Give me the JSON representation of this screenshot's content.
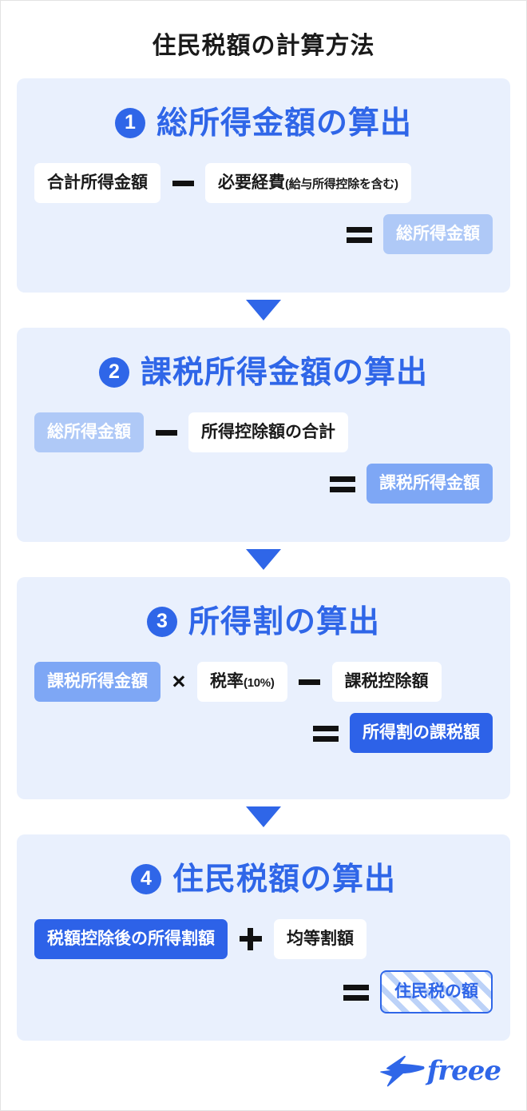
{
  "title": "住民税額の計算方法",
  "theme": {
    "panel_bg": "#E9F0FD",
    "accent_blue": "#2F66E8",
    "tint_1": "#AFC9F7",
    "tint_2": "#7EA7F5",
    "tint_3": "#2D62E8",
    "stripe": "#BCD2F8",
    "text_dark": "#1A1A1A"
  },
  "steps": [
    {
      "number": "❶",
      "number_plain": "1",
      "heading": "総所得金額の算出",
      "terms": [
        {
          "label": "合計所得金額",
          "sub": "",
          "style": "white"
        },
        {
          "label": "必要経費",
          "sub": "(給与所得控除を含む)",
          "style": "white"
        }
      ],
      "operator": "minus",
      "operator_symbol": "−",
      "equals_symbol": "=",
      "result": {
        "label": "総所得金額",
        "style": "tint1"
      }
    },
    {
      "number": "❷",
      "number_plain": "2",
      "heading": "課税所得金額の算出",
      "terms": [
        {
          "label": "総所得金額",
          "sub": "",
          "style": "tint1"
        },
        {
          "label": "所得控除額の合計",
          "sub": "",
          "style": "white"
        }
      ],
      "operator": "minus",
      "operator_symbol": "−",
      "equals_symbol": "=",
      "result": {
        "label": "課税所得金額",
        "style": "tint2"
      }
    },
    {
      "number": "❸",
      "number_plain": "3",
      "heading": "所得割の算出",
      "terms": [
        {
          "label": "課税所得金額",
          "sub": "",
          "style": "tint2"
        },
        {
          "label": "税率",
          "sub": "(10%)",
          "style": "white"
        },
        {
          "label": "課税控除額",
          "sub": "",
          "style": "white"
        }
      ],
      "operator": "times",
      "operator_symbol": "×",
      "operator_2": "minus",
      "operator_2_symbol": "−",
      "equals_symbol": "=",
      "result": {
        "label": "所得割の課税額",
        "style": "tint3"
      }
    },
    {
      "number": "❹",
      "number_plain": "4",
      "heading": "住民税額の算出",
      "terms": [
        {
          "label": "税額控除後の所得割額",
          "sub": "",
          "style": "tint3"
        },
        {
          "label": "均等割額",
          "sub": "",
          "style": "white"
        }
      ],
      "operator": "plus",
      "operator_symbol": "+",
      "equals_symbol": "=",
      "result": {
        "label": "住民税の額",
        "style": "striped"
      }
    }
  ],
  "arrows": {
    "glyph": "▼",
    "count": 3
  },
  "footer": {
    "logo_text": "freee",
    "logo_mark": "swallow-bird-icon"
  }
}
